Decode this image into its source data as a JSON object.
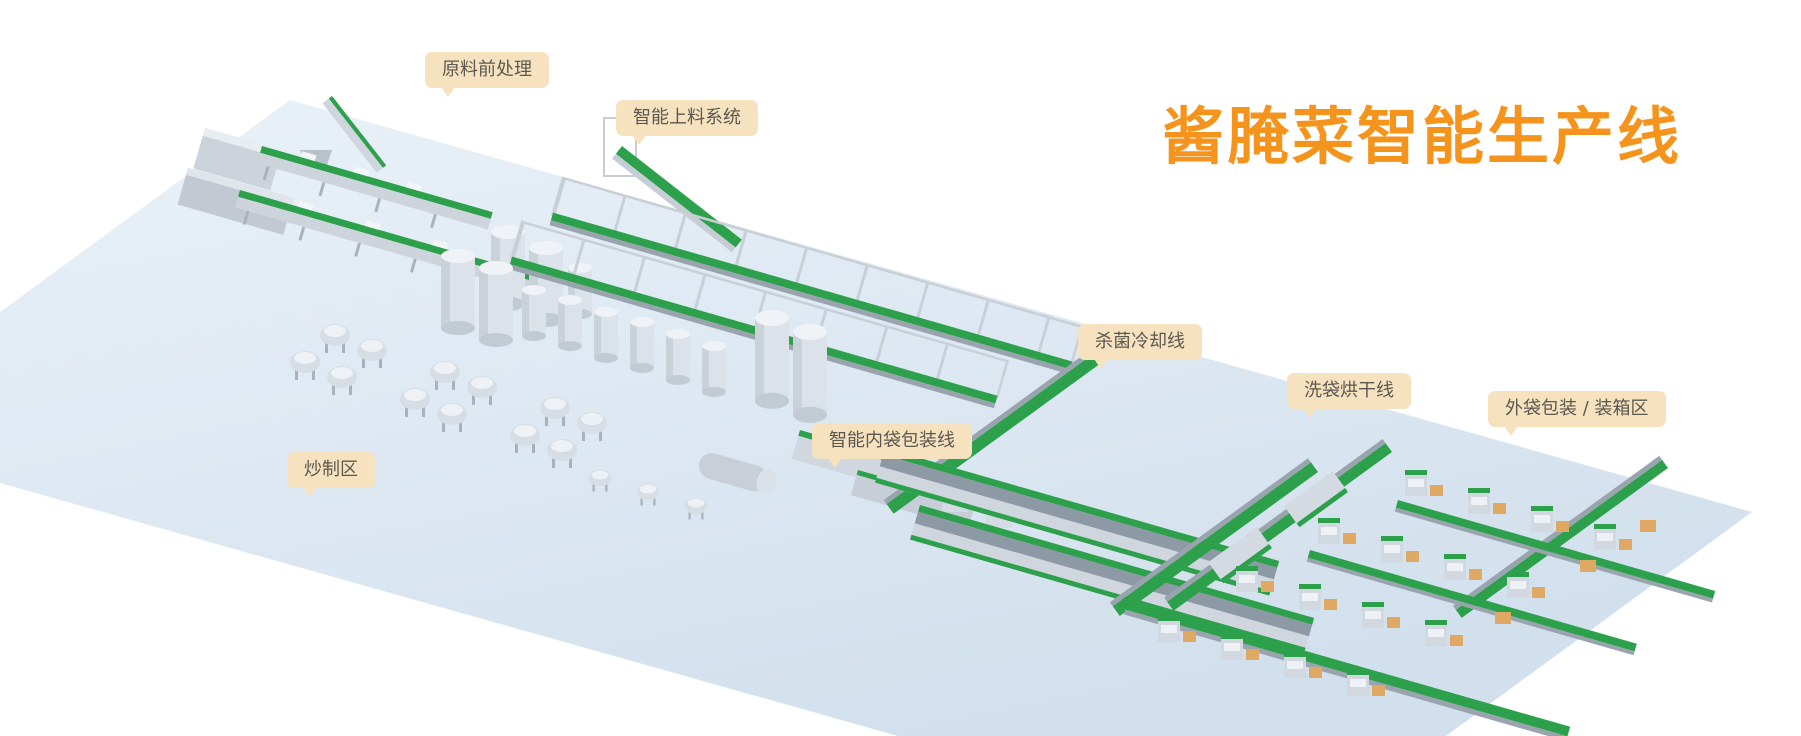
{
  "title": "酱腌菜智能生产线",
  "labels": [
    {
      "id": "pretreatment",
      "text": "原料前处理"
    },
    {
      "id": "feeding",
      "text": "智能上料系统"
    },
    {
      "id": "sterilization",
      "text": "杀菌冷却线"
    },
    {
      "id": "washing_drying",
      "text": "洗袋烘干线"
    },
    {
      "id": "outer_packaging",
      "text": "外袋包装 / 装箱区"
    },
    {
      "id": "inner_packaging",
      "text": "智能内袋包装线"
    },
    {
      "id": "frying",
      "text": "炒制区"
    }
  ],
  "colors": {
    "title_orange": "#F5941D",
    "label_background": "#F7E2C0",
    "label_text": "#5B5850",
    "floor_blue": "#D9E5F0",
    "conveyor_green": "#2DA04C",
    "machine_grey": "#CBD2DA",
    "carton_tan": "#DFA963"
  }
}
